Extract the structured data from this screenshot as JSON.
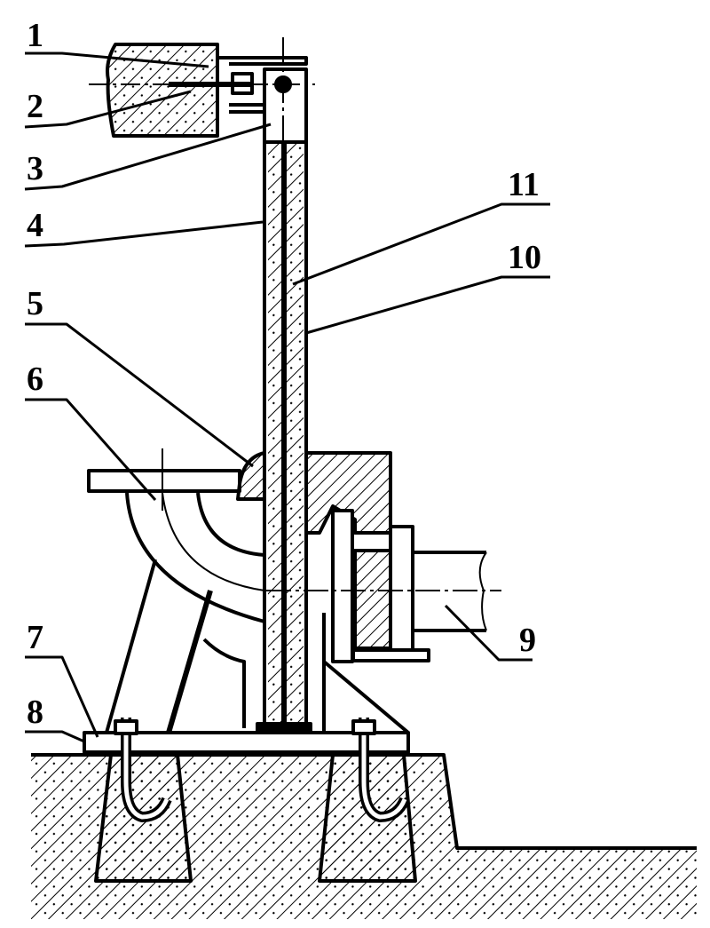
{
  "figure": {
    "labels": [
      {
        "id": "1",
        "text": "1"
      },
      {
        "id": "2",
        "text": "2"
      },
      {
        "id": "3",
        "text": "3"
      },
      {
        "id": "4",
        "text": "4"
      },
      {
        "id": "5",
        "text": "5"
      },
      {
        "id": "6",
        "text": "6"
      },
      {
        "id": "7",
        "text": "7"
      },
      {
        "id": "8",
        "text": "8"
      },
      {
        "id": "9",
        "text": "9"
      },
      {
        "id": "10",
        "text": "10"
      },
      {
        "id": "11",
        "text": "11"
      }
    ],
    "colors": {
      "ink": "#000000",
      "paper": "#ffffff"
    }
  }
}
